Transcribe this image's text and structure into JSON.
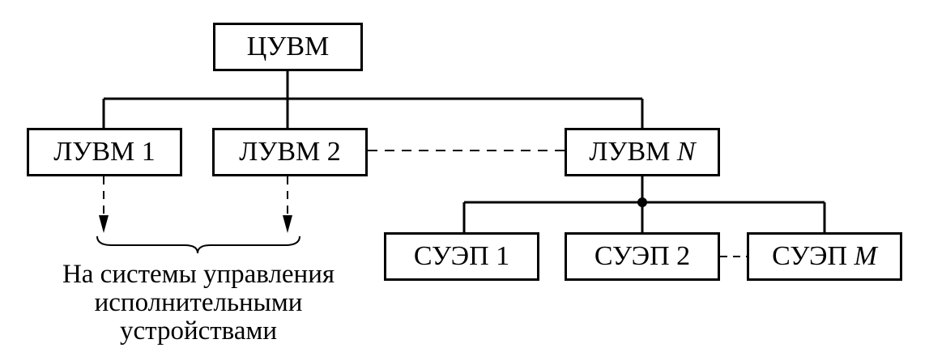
{
  "boxes": {
    "cuvm": "ЦУВМ",
    "luvm1": "ЛУВМ 1",
    "luvm2": "ЛУВМ 2",
    "luvmn_prefix": "ЛУВМ ",
    "luvmn_index": "N",
    "suep1": "СУЭП 1",
    "suep2": "СУЭП 2",
    "suepm_prefix": "СУЭП ",
    "suepm_index": "M"
  },
  "caption": {
    "line1": "На системы управления",
    "line2": "исполнительными",
    "line3": "устройствами"
  }
}
